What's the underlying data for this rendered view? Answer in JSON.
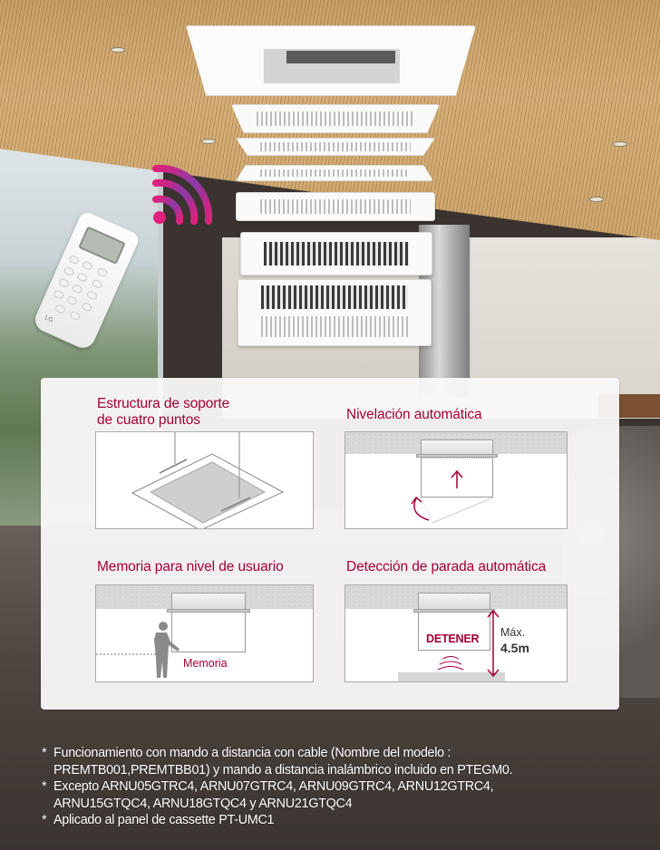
{
  "scene": {
    "description": "Ceiling cassette air conditioner with exploded panel layers and wireless remote control",
    "icons": {
      "wifi": "wifi-signal-icon",
      "remote": "remote-control-icon",
      "cassette": "ceiling-cassette-unit"
    },
    "remote_brand": "LG"
  },
  "features": [
    {
      "id": "four-point",
      "title_line1": "Estructura de soporte",
      "title_line2": "de cuatro puntos"
    },
    {
      "id": "auto-level",
      "title": "Nivelación automática"
    },
    {
      "id": "user-memory",
      "title": "Memoria para nivel de usuario",
      "label": "Memoria"
    },
    {
      "id": "auto-stop",
      "title": "Detección de parada automática",
      "stop_label": "DETENER",
      "max_label": "Máx.",
      "max_value": "4.5m"
    }
  ],
  "notes": [
    {
      "bullet": "*",
      "line1": "Funcionamiento con mando a distancia con cable (Nombre del modelo :",
      "line2": "PREMTB001,PREMTBB01) y mando a distancia inalámbrico incluido en PTEGM0."
    },
    {
      "bullet": "*",
      "line1": "Excepto ARNU05GTRC4, ARNU07GTRC4, ARNU09GTRC4, ARNU12GTRC4,",
      "line2": "ARNU15GTQC4, ARNU18GTQC4 y ARNU21GTQC4"
    },
    {
      "bullet": "*",
      "line1": "Aplicado al panel de cassette PT-UMC1"
    }
  ],
  "colors": {
    "accent": "#a50034",
    "wifi_pink": "#e0207a",
    "wifi_purple": "#7b3aa0",
    "note_text": "#ffffff"
  }
}
